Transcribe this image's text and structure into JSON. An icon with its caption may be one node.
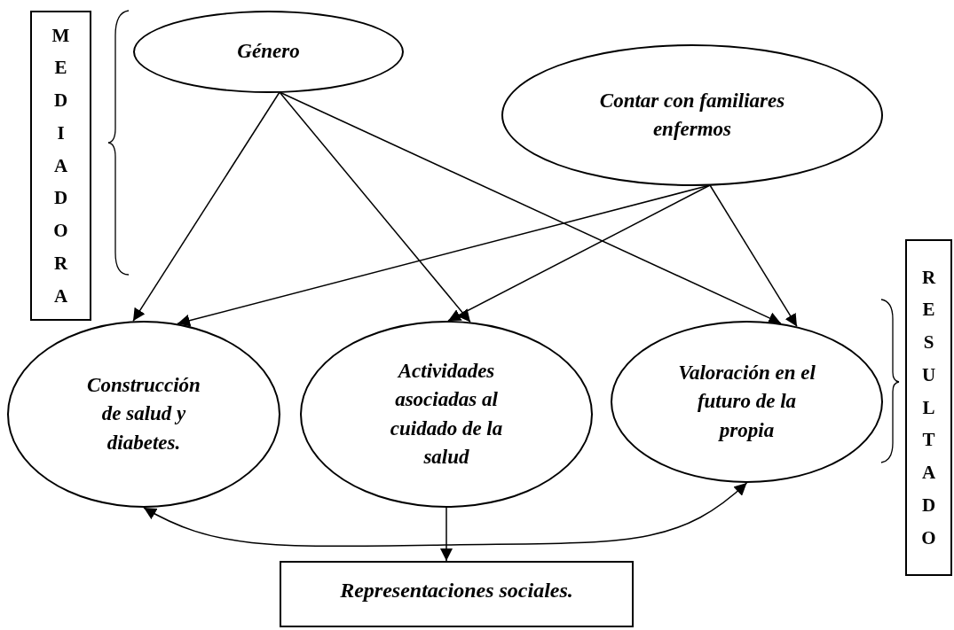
{
  "diagram": {
    "nodes": [
      {
        "text": [
          "MEDIADORA"
        ]
      },
      {
        "text": [
          "Género"
        ]
      },
      {
        "text": [
          "Contar con familiares enfermos"
        ]
      },
      {
        "text": [
          "RESULTADO"
        ]
      },
      {
        "text": [
          "Construcción de salud y diabetes."
        ]
      },
      {
        "text": [
          "Actividades asociadas al cuidado de la salud"
        ]
      },
      {
        "text": [
          "Valoración en el futuro de la propia"
        ]
      },
      {
        "text": [
          "Representaciones sociales."
        ]
      }
    ],
    "edges": [
      {
        "from": 1,
        "to": 4,
        "arrow": "to"
      },
      {
        "from": 1,
        "to": 5,
        "arrow": "to"
      },
      {
        "from": 1,
        "to": 6,
        "arrow": "to"
      },
      {
        "from": 2,
        "to": 4,
        "arrow": "to"
      },
      {
        "from": 2,
        "to": 5,
        "arrow": "to"
      },
      {
        "from": 2,
        "to": 6,
        "arrow": "to"
      },
      {
        "from": 4,
        "to": 6,
        "arrow": "both"
      },
      {
        "from": 5,
        "to": 7,
        "arrow": "to"
      }
    ]
  }
}
